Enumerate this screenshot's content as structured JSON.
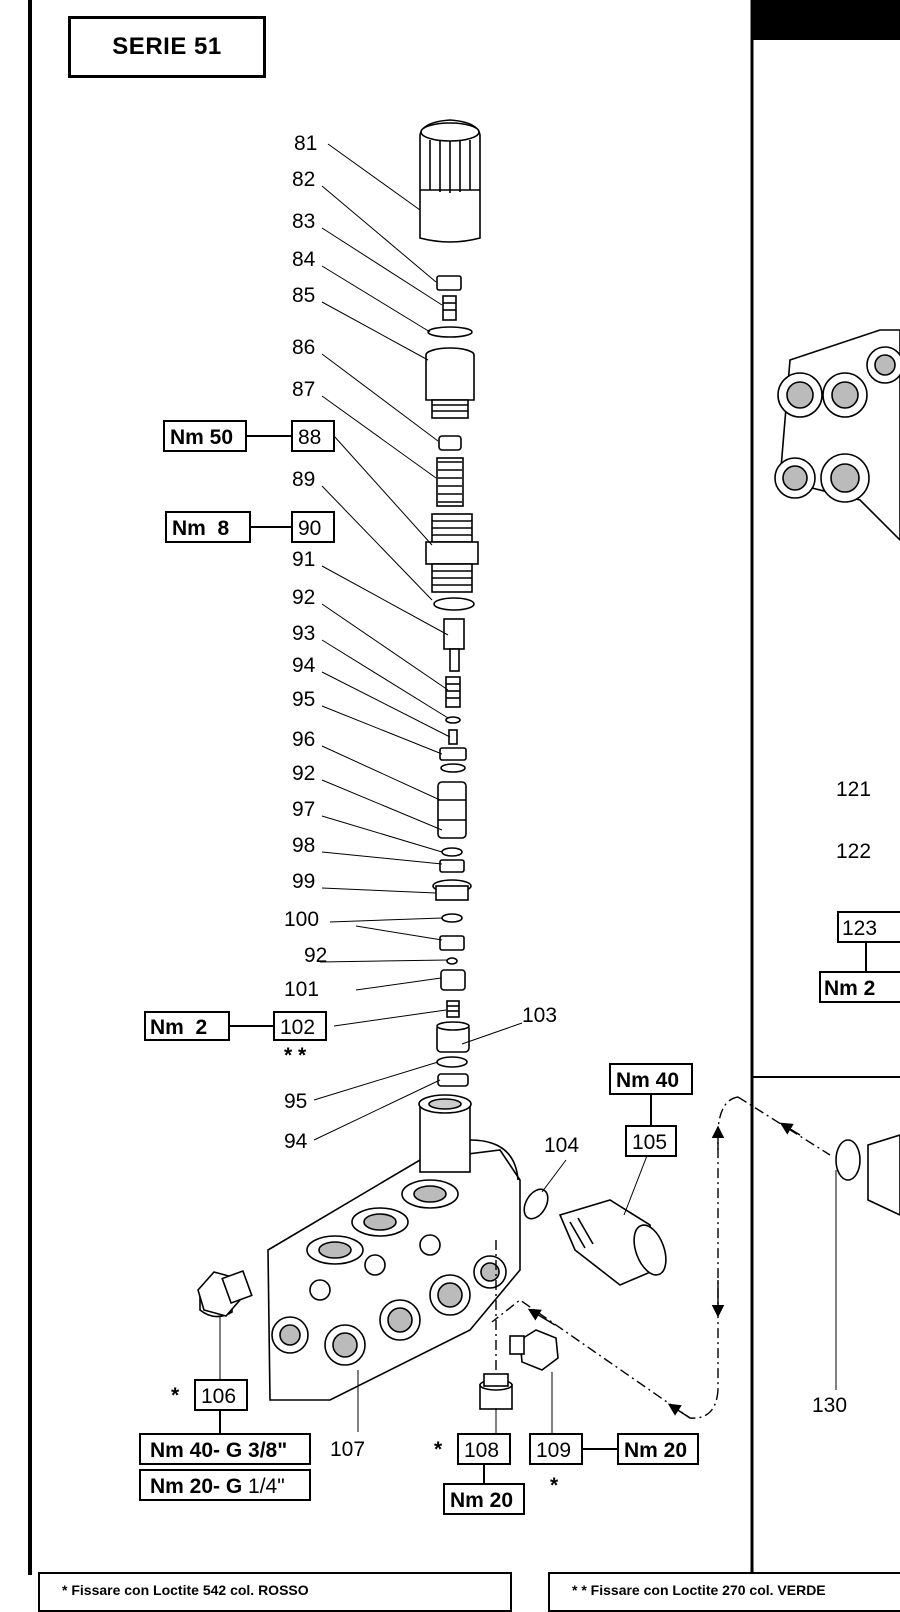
{
  "series_title": "SERIE 51",
  "notes": {
    "loctite_542": "* Fissare con Loctite 542 col. ROSSO",
    "loctite_270": "* * Fissare con Loctite 270 col. VERDE"
  },
  "callouts": [
    {
      "id": "81",
      "label": "81"
    },
    {
      "id": "82",
      "label": "82"
    },
    {
      "id": "83",
      "label": "83"
    },
    {
      "id": "84",
      "label": "84"
    },
    {
      "id": "85",
      "label": "85"
    },
    {
      "id": "86",
      "label": "86"
    },
    {
      "id": "87",
      "label": "87"
    },
    {
      "id": "89",
      "label": "89"
    },
    {
      "id": "91",
      "label": "91"
    },
    {
      "id": "92a",
      "label": "92"
    },
    {
      "id": "93",
      "label": "93"
    },
    {
      "id": "94a",
      "label": "94"
    },
    {
      "id": "95a",
      "label": "95"
    },
    {
      "id": "96",
      "label": "96"
    },
    {
      "id": "92b",
      "label": "92"
    },
    {
      "id": "97",
      "label": "97"
    },
    {
      "id": "98",
      "label": "98"
    },
    {
      "id": "99",
      "label": "99"
    },
    {
      "id": "100",
      "label": "100"
    },
    {
      "id": "92c",
      "label": "92"
    },
    {
      "id": "101",
      "label": "101"
    },
    {
      "id": "103",
      "label": "103"
    },
    {
      "id": "95b",
      "label": "95"
    },
    {
      "id": "94b",
      "label": "94"
    },
    {
      "id": "104",
      "label": "104"
    },
    {
      "id": "107",
      "label": "107"
    },
    {
      "id": "130",
      "label": "130"
    },
    {
      "id": "121",
      "label": "121"
    },
    {
      "id": "122",
      "label": "122"
    }
  ],
  "boxes": [
    {
      "id": "b88",
      "label": "88",
      "nm": "Nm 50"
    },
    {
      "id": "b90",
      "label": "90",
      "nm": "Nm  8"
    },
    {
      "id": "b102",
      "label": "102",
      "nm": "Nm  2"
    },
    {
      "id": "b105",
      "label": "105",
      "nm": "Nm 40"
    },
    {
      "id": "b106",
      "label": "106",
      "nm": ""
    },
    {
      "id": "b108",
      "label": "108",
      "nm": "Nm 20"
    },
    {
      "id": "b109",
      "label": "109",
      "nm": "Nm 20"
    },
    {
      "id": "b123",
      "label": "123",
      "nm": "Nm 2"
    }
  ],
  "torque_106": {
    "g38_prefix": "Nm 40- ",
    "g38_suffix": "G 3/8\"",
    "g14_prefix": "Nm 20- ",
    "g14_g": "G",
    "g14_suffix": " 1/4\""
  },
  "markers": {
    "double_star": "* *",
    "star": "*"
  }
}
